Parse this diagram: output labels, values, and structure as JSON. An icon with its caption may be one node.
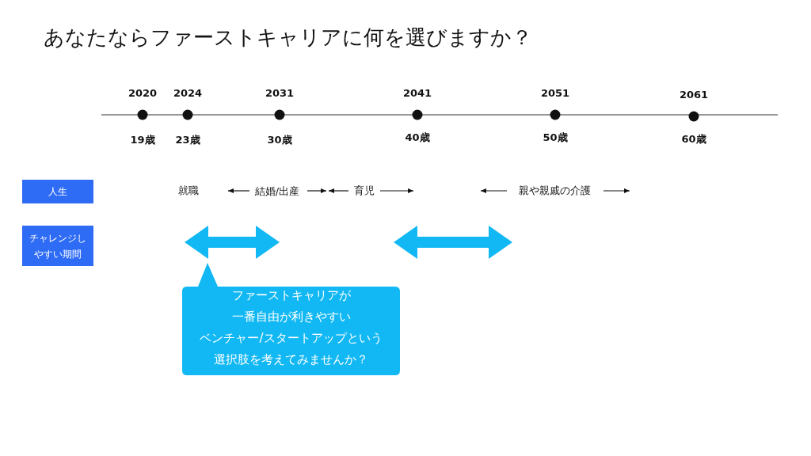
{
  "diagram": {
    "title": "あなたならファーストキャリアに何を選びますか？",
    "nodes": [
      {
        "text": [
          "人生"
        ]
      },
      {
        "text": [
          "チャレンジしやすい期間"
        ]
      },
      {
        "text": [],
        "shape": "arrow"
      },
      {
        "text": [],
        "shape": "arrow"
      },
      {
        "text": [
          "ファーストキャリアが",
          "一番自由が利きやすい",
          "ベンチャー/スタートアップという",
          "選択肢を考えてみませんか？"
        ]
      }
    ],
    "labels": [
      "2020",
      "2024",
      "2031",
      "2041",
      "2051",
      "2061",
      "19歳",
      "23歳",
      "30歳",
      "40歳",
      "50歳",
      "60歳",
      "就職",
      "結婚/出産",
      "育児",
      "親や親戚の介護"
    ]
  }
}
